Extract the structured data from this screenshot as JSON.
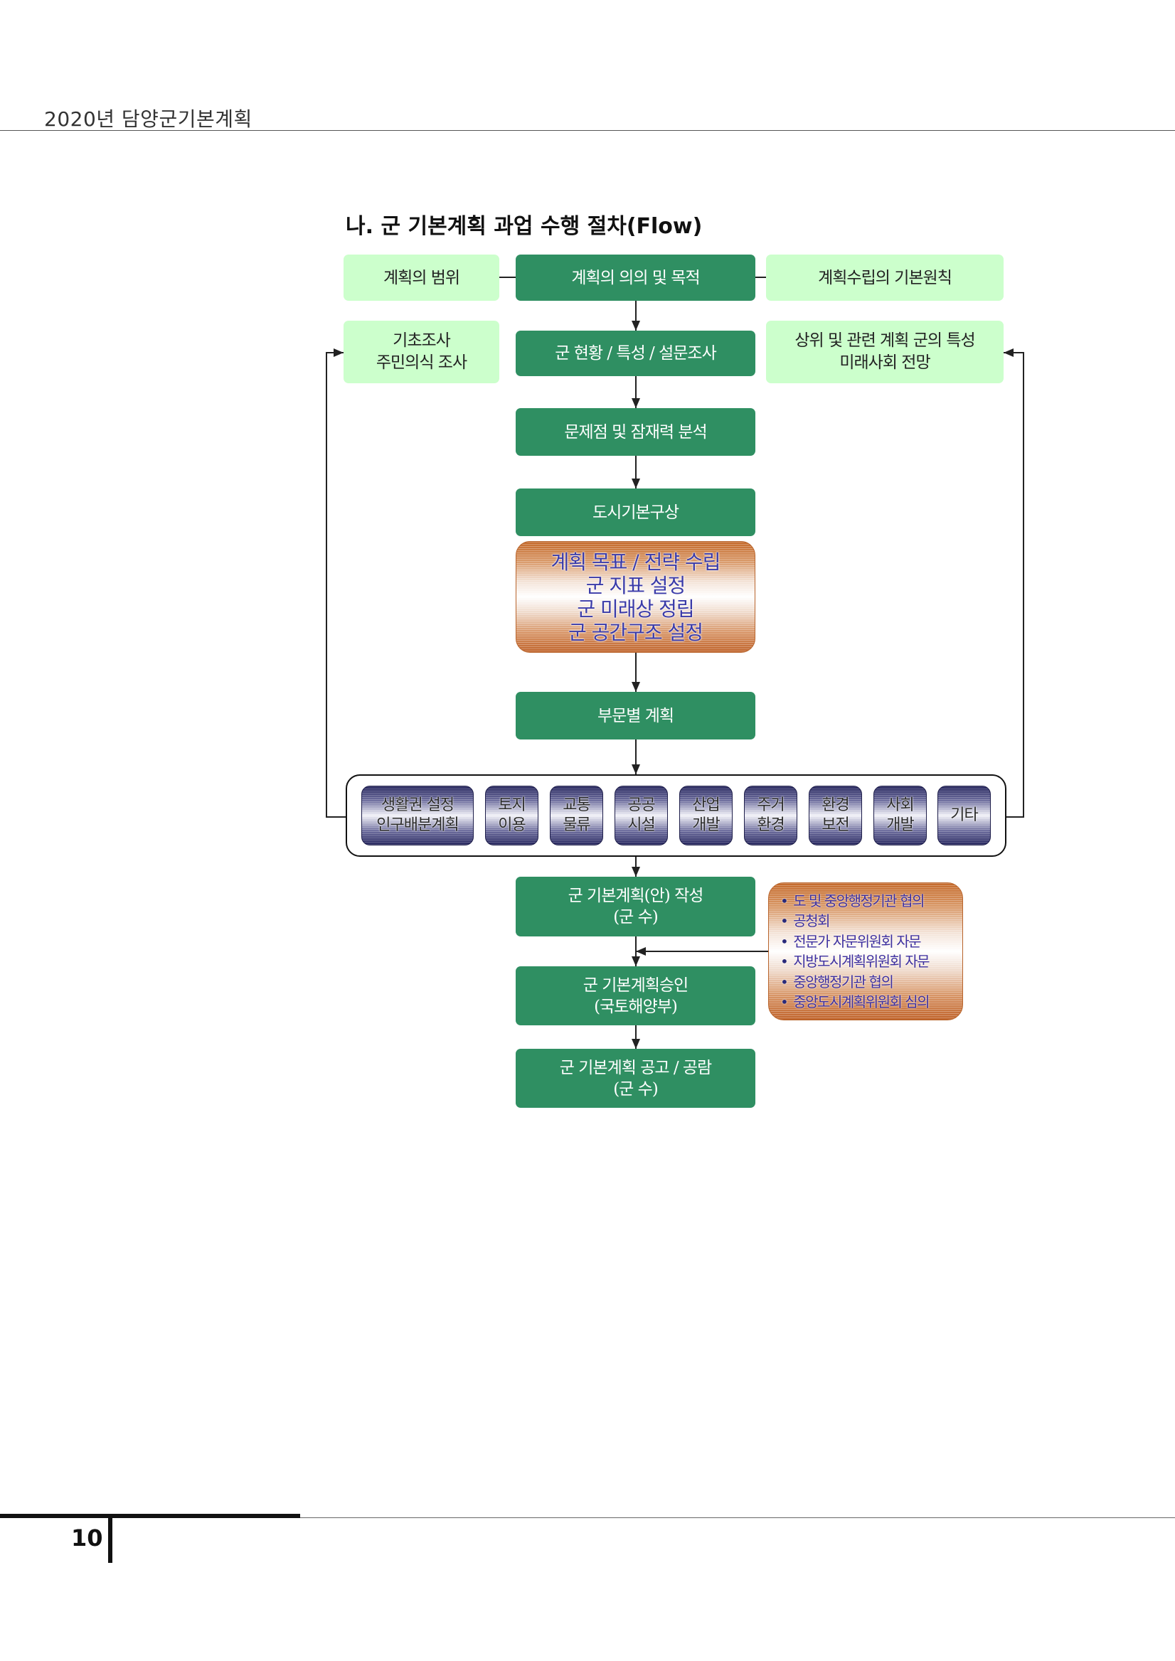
{
  "header": {
    "title": "2020년 담양군기본계획"
  },
  "section_title": "나. 군 기본계획 과업 수행 절차(Flow)",
  "flow": {
    "row1": {
      "left": "계획의 범위",
      "center": "계획의 의의 및 목적",
      "right": "계획수립의 기본원칙"
    },
    "row2": {
      "left": [
        "기초조사",
        "주민의식 조사"
      ],
      "center": "군 현황 / 특성 / 설문조사",
      "right": [
        "상위 및 관련 계획 군의 특성",
        "미래사회 전망"
      ]
    },
    "analysis": "문제점 및 잠재력 분석",
    "concept": "도시기본구상",
    "concept_details": [
      "계획 목표 /  전략 수립",
      "군 지표 설정",
      "군 미래상 정립",
      "군 공간구조 설정"
    ],
    "sector_plan": "부문별 계획",
    "sectors": [
      [
        "생활권 설정",
        "인구배분계획"
      ],
      [
        "토지",
        "이용"
      ],
      [
        "교통",
        "물류"
      ],
      [
        "공공",
        "시설"
      ],
      [
        "산업",
        "개발"
      ],
      [
        "주거",
        "환경"
      ],
      [
        "환경",
        "보전"
      ],
      [
        "사회",
        "개발"
      ],
      [
        "기타"
      ]
    ],
    "draft": [
      "군 기본계획(안) 작성",
      "(군 수)"
    ],
    "consultation": [
      "도 및 중앙행정기관 협의",
      "공청회",
      "전문가 자문위원회 자문",
      "지방도시계획위원회 자문",
      "중앙행정기관 협의",
      "중앙도시계획위원회 심의"
    ],
    "approval": [
      "군 기본계획승인",
      "(국토해양부)"
    ],
    "announcement": [
      "군 기본계획 공고 / 공람",
      "(군 수)"
    ]
  },
  "footer": {
    "page_number": "10"
  },
  "colors": {
    "primary_green": "#2f8f62",
    "light_green": "#ccffcc",
    "concept_text": "#3a3aa8",
    "consult_text": "#3d2f9e"
  }
}
